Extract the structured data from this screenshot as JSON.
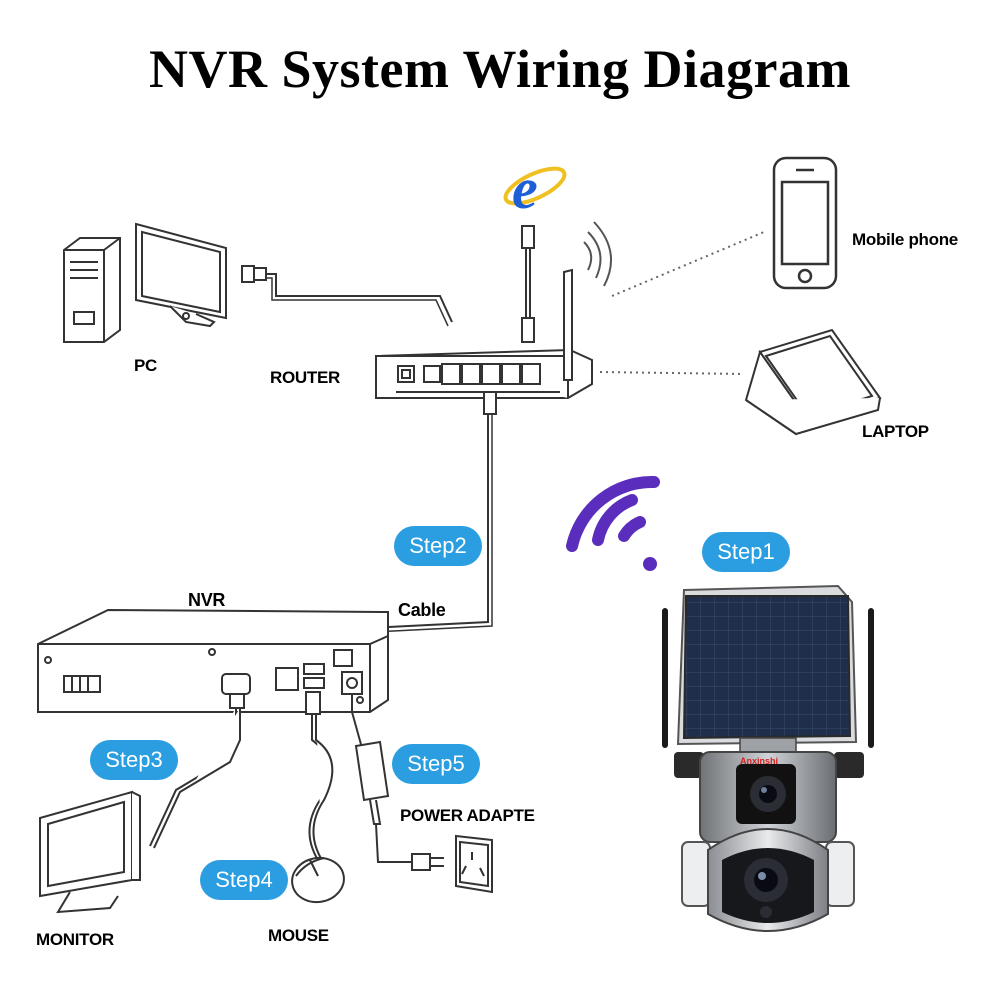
{
  "title": "NVR System Wiring Diagram",
  "labels": {
    "pc": "PC",
    "router": "ROUTER",
    "mobile": "Mobile phone",
    "laptop": "LAPTOP",
    "nvr": "NVR",
    "cable": "Cable",
    "power_adapter": "POWER ADAPTE",
    "monitor": "MONITOR",
    "mouse": "MOUSE",
    "camera_brand": "Anxinshi"
  },
  "steps": {
    "step1": "Step1",
    "step2": "Step2",
    "step3": "Step3",
    "step4": "Step4",
    "step5": "Step5"
  },
  "colors": {
    "step_badge": "#2a9ee0",
    "wifi_signal": "#5a2dbd",
    "ie_logo": "#1e5fd8",
    "solar_panel": "#1f2e4a",
    "line_art": "#333333"
  },
  "icons": [
    "desktop-tower-icon",
    "monitor-icon",
    "router-icon",
    "internet-explorer-icon",
    "mobile-phone-icon",
    "laptop-icon",
    "wifi-signal-icon",
    "nvr-icon",
    "power-adapter-icon",
    "wall-outlet-icon",
    "mouse-icon",
    "solar-camera-icon"
  ]
}
